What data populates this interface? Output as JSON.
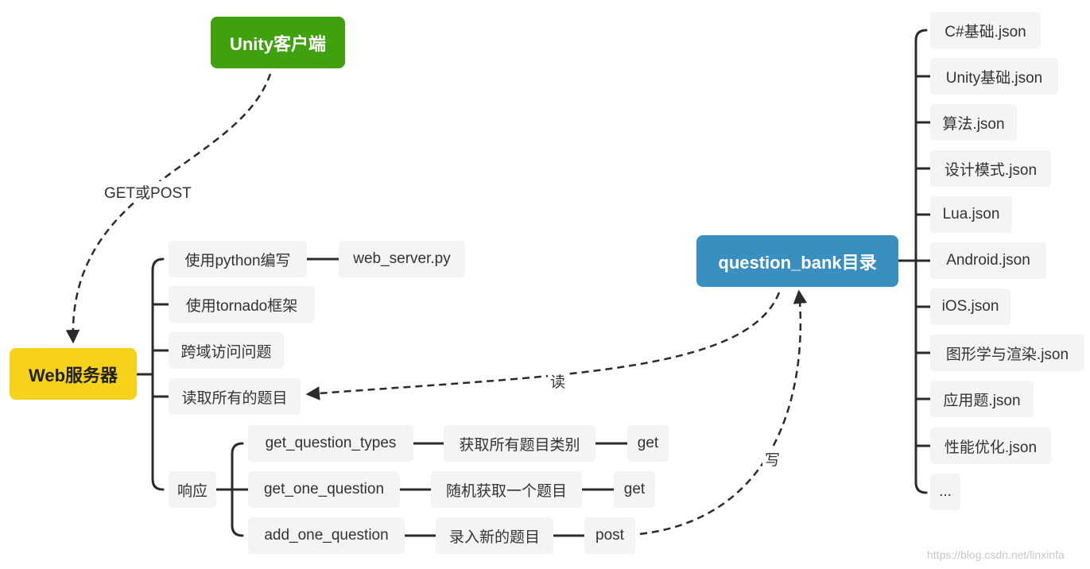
{
  "colors": {
    "client": "#3fa10d",
    "server": "#f6d21b",
    "bank": "#3a8fc1",
    "line": "#2b2b2b"
  },
  "client": {
    "label": "Unity客户端"
  },
  "server": {
    "label": "Web服务器"
  },
  "bank": {
    "label": "question_bank目录"
  },
  "edge_labels": {
    "request": "GET或POST",
    "read": "读",
    "write": "写"
  },
  "server_items": {
    "python": {
      "label": "使用python编写",
      "child": "web_server.py"
    },
    "tornado": {
      "label": "使用tornado框架"
    },
    "cors": {
      "label": "跨域访问问题"
    },
    "read_all": {
      "label": "读取所有的题目"
    },
    "respond": {
      "label": "响应"
    }
  },
  "routes": [
    {
      "name": "get_question_types",
      "desc": "获取所有题目类别",
      "method": "get"
    },
    {
      "name": "get_one_question",
      "desc": "随机获取一个题目",
      "method": "get"
    },
    {
      "name": "add_one_question",
      "desc": "录入新的题目",
      "method": "post"
    }
  ],
  "files": [
    "C#基础.json",
    "Unity基础.json",
    "算法.json",
    "设计模式.json",
    "Lua.json",
    "Android.json",
    "iOS.json",
    "图形学与渲染.json",
    "应用题.json",
    "性能优化.json",
    "..."
  ],
  "watermark": "https://blog.csdn.net/linxinfa"
}
